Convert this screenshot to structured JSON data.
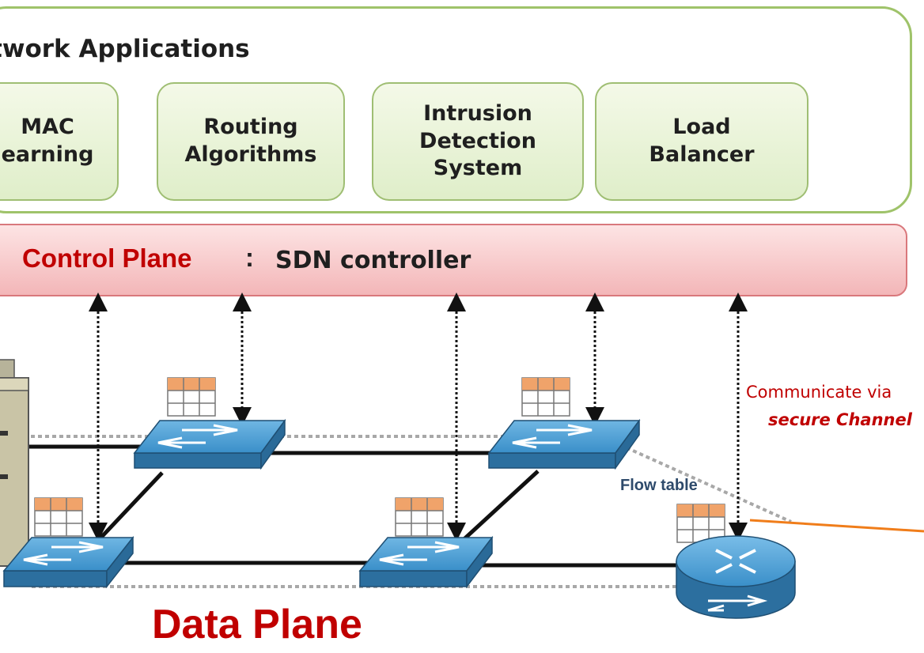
{
  "apps": {
    "title": "twork Applications",
    "boxes": [
      {
        "label": "MAC\nearning"
      },
      {
        "label": "Routing\nAlgorithms"
      },
      {
        "label": "Intrusion\nDetection\nSystem"
      },
      {
        "label": "Load\nBalancer"
      }
    ]
  },
  "control": {
    "label": "Control Plane",
    "separator": ":",
    "description": "SDN controller"
  },
  "annotations": {
    "communicate": "Communicate via",
    "channel": "secure Channel",
    "flow_table": "Flow table"
  },
  "data_plane": {
    "label": "Data Plane"
  },
  "colors": {
    "accent_red": "#c00000",
    "app_border": "#9fc36a",
    "switch_blue": "#3a8fc9",
    "flow_header": "#f0a36a",
    "orange_line": "#f07d1a"
  },
  "icons": {
    "switch": "switch-icon",
    "router": "router-icon",
    "server": "server-icon",
    "flow_table": "flow-table-icon"
  }
}
